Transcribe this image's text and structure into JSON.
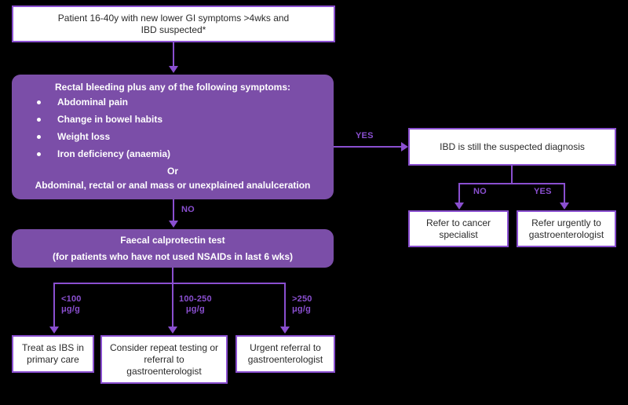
{
  "theme": {
    "purple_fill": "#7b4ea8",
    "purple_border": "#8a4fd0",
    "connector": "#8a4fd0",
    "background": "#000000",
    "box_text": "#2b2b2b"
  },
  "nodes": {
    "start": {
      "line1": "Patient 16-40y with new lower GI symptoms >4wks and",
      "line2": "IBD suspected*"
    },
    "symptoms": {
      "title": "Rectal bleeding plus any of the following symptoms:",
      "items": [
        "Abdominal pain",
        "Change in bowel habits",
        "Weight loss",
        "Iron deficiency (anaemia)"
      ],
      "or": "Or",
      "footer": "Abdominal, rectal or anal mass or unexplained analulceration"
    },
    "ibd_suspected": "IBD is still the suspected diagnosis",
    "refer_cancer": "Refer to cancer specialist",
    "refer_urgent_gastro": "Refer urgently to gastroenterologist",
    "faecal_test": {
      "line1": "Faecal calprotectin test",
      "line2": "(for patients who have not used NSAIDs in last 6 wks)"
    },
    "treat_ibs": "Treat as IBS in primary care",
    "consider_repeat": "Consider repeat testing or referral to gastroenterologist",
    "urgent_referral": "Urgent referral to gastroenterologist"
  },
  "edges": {
    "symptoms_yes": "YES",
    "symptoms_no": "NO",
    "ibd_no": "NO",
    "ibd_yes": "YES",
    "fc_low": "<100\nμg/g",
    "fc_mid": "100-250\nμg/g",
    "fc_high": ">250\nμg/g"
  }
}
